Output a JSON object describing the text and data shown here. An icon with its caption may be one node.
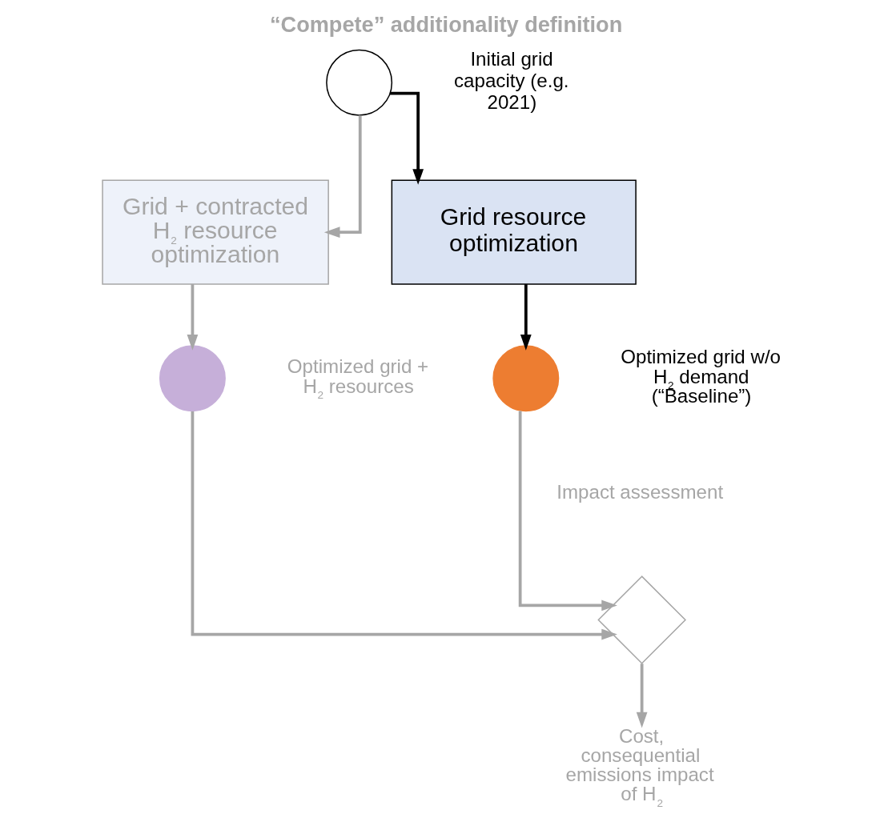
{
  "diagram": {
    "title": "“Compete” additionality definition",
    "nodes": [
      {
        "text": [],
        "shape": "circle",
        "beside": [
          "Initial grid capacity (e.g. 2021)"
        ]
      },
      {
        "text": [
          "Grid + contracted H$_{2}$ resource optimization"
        ]
      },
      {
        "text": [
          "Grid resource optimization"
        ]
      },
      {
        "text": [],
        "shape": "circle",
        "beside": [
          "Optimized grid + H$_{2}$ resources"
        ]
      },
      {
        "text": [],
        "shape": "circle",
        "beside": [
          "Optimized grid w/o H$_{2}$ demand (“Baseline”)"
        ]
      },
      {
        "text": [],
        "shape": "diamond",
        "beside": [
          "Impact assessment"
        ]
      },
      {
        "text": [
          "Cost, consequential emissions impact of H$_{2}$"
        ]
      }
    ],
    "edges": [
      {
        "from": 0,
        "to": 1,
        "arrow": "to"
      },
      {
        "from": 0,
        "to": 2,
        "arrow": "to",
        "color": "#000000"
      },
      {
        "from": 1,
        "to": 3,
        "arrow": "to"
      },
      {
        "from": 2,
        "to": 4,
        "arrow": "to",
        "color": "#000000"
      },
      {
        "from": 3,
        "to": 5,
        "arrow": "to"
      },
      {
        "from": 4,
        "to": 5,
        "arrow": "to"
      },
      {
        "from": 5,
        "to": 6,
        "arrow": "to"
      }
    ]
  }
}
